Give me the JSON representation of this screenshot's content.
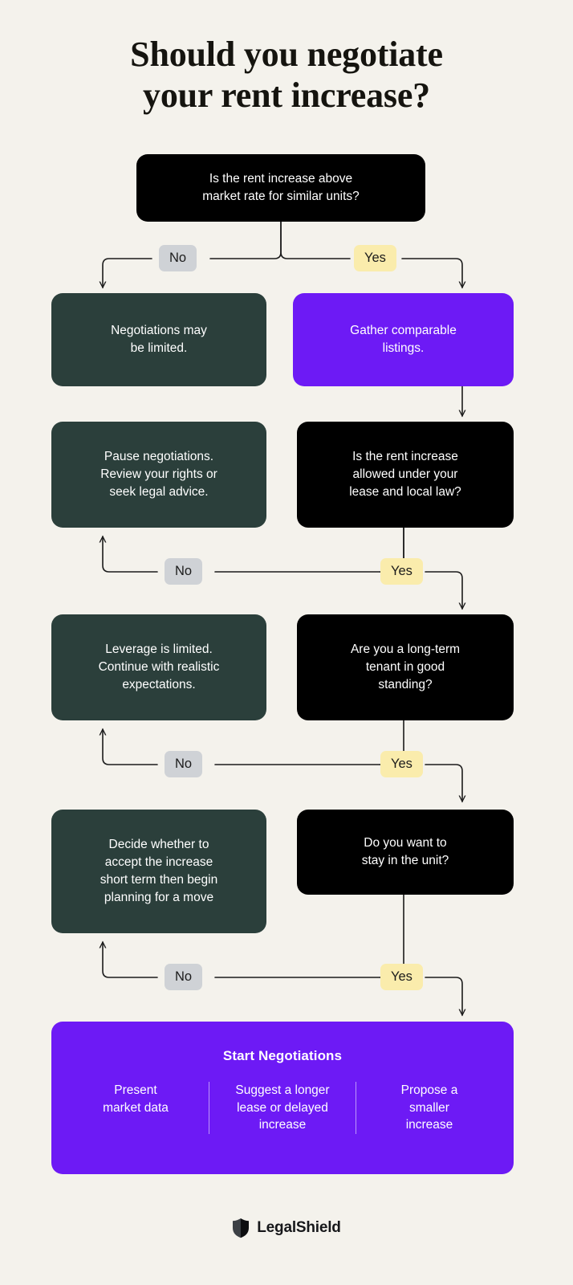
{
  "page": {
    "title": "Should you negotiate\nyour rent increase?",
    "background_color": "#F4F2EC"
  },
  "colors": {
    "background": "#F4F2EC",
    "question_node": "#000000",
    "outcome_node": "#2B3F3B",
    "action_node": "#6D1AF5",
    "accent_purple": "#6D1AF5",
    "chip_no": "#CFD2D6",
    "chip_yes": "#FAECAC",
    "node_text": "#FFFFFF",
    "title_text": "#15140F",
    "connector_line": "#1B1B1B"
  },
  "flowchart": {
    "type": "decision-tree",
    "nodes": [
      {
        "id": "q1",
        "kind": "question",
        "style": "black",
        "text": "Is the rent increase above\nmarket rate for similar units?"
      },
      {
        "id": "o1",
        "kind": "outcome",
        "style": "green",
        "text": "Negotiations may\nbe limited."
      },
      {
        "id": "a1",
        "kind": "action",
        "style": "purple",
        "text": "Gather comparable\nlistings."
      },
      {
        "id": "o2",
        "kind": "outcome",
        "style": "green",
        "text": "Pause negotiations.\nReview your rights or\nseek legal advice."
      },
      {
        "id": "q2",
        "kind": "question",
        "style": "black",
        "text": "Is the rent increase\nallowed under your\nlease and local law?"
      },
      {
        "id": "o3",
        "kind": "outcome",
        "style": "green",
        "text": "Leverage is limited.\nContinue with realistic\nexpectations."
      },
      {
        "id": "q3",
        "kind": "question",
        "style": "black",
        "text": "Are you a long-term\ntenant in good\nstanding?"
      },
      {
        "id": "o4",
        "kind": "outcome",
        "style": "green",
        "text": "Decide whether to\naccept the increase\nshort term then begin\nplanning for a move"
      },
      {
        "id": "q4",
        "kind": "question",
        "style": "black",
        "text": "Do you want to\nstay in the unit?"
      }
    ],
    "branch_labels": {
      "no": "No",
      "yes": "Yes"
    },
    "edges": [
      {
        "from": "q1",
        "label": "No",
        "to": "o1"
      },
      {
        "from": "q1",
        "label": "Yes",
        "to": "a1"
      },
      {
        "from": "a1",
        "label": "",
        "to": "q2"
      },
      {
        "from": "q2",
        "label": "No",
        "to": "o2"
      },
      {
        "from": "q2",
        "label": "Yes",
        "to": "q3"
      },
      {
        "from": "q3",
        "label": "No",
        "to": "o3"
      },
      {
        "from": "q3",
        "label": "Yes",
        "to": "q4"
      },
      {
        "from": "q4",
        "label": "No",
        "to": "o4"
      },
      {
        "from": "q4",
        "label": "Yes",
        "to": "cta"
      }
    ]
  },
  "cta": {
    "heading": "Start Negotiations",
    "columns": [
      "Present\nmarket data",
      "Suggest a longer\nlease or delayed\nincrease",
      "Propose a\nsmaller\nincrease"
    ]
  },
  "footer": {
    "brand": "LegalShield",
    "logo_icon": "shield-icon"
  }
}
